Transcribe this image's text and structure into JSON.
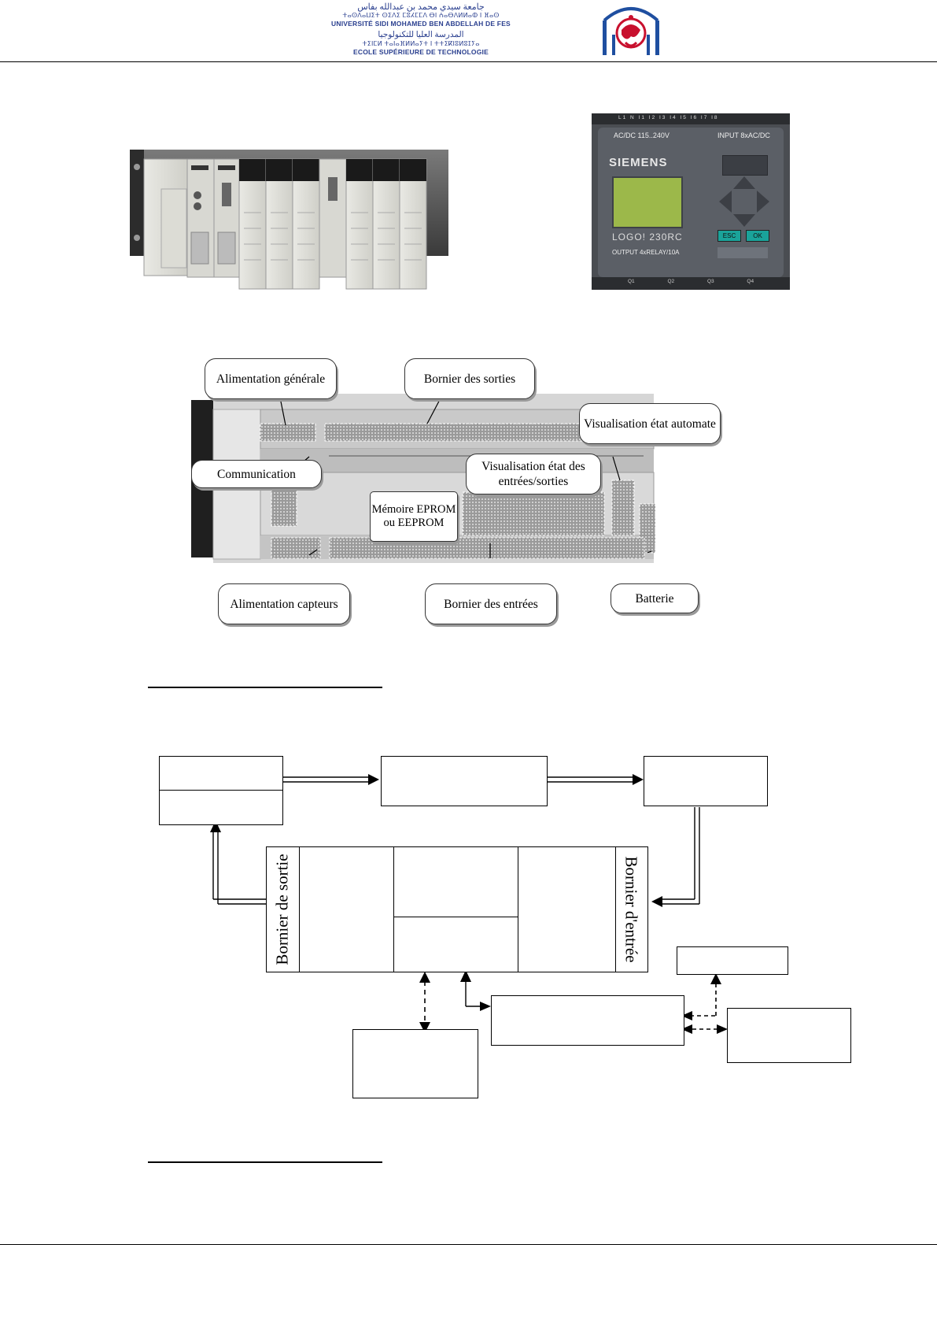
{
  "header": {
    "arabic_line_1": "جامعة سيدي محمد بن عبدالله بفاس",
    "tifinagh_line_1": "ⵜⴰⵙⴷⴰⵡⵉⵜ ⵙⵉⴷⵉ ⵎⵓⵃⵎⵎⴷ ⴱⵏ ⵄⴰⴱⴷⵍⵍⴰⵀ ⵏ ⴼⴰⵙ",
    "university_name": "UNIVERSITÉ SIDI MOHAMED BEN ABDELLAH DE FES",
    "arabic_line_2": "المدرسة العليا للتكنولوجيا",
    "tifinagh_line_2": "ⵜⵉⵏⵎⵍ ⵜⴰⵏⴰⴼⵍⵍⴰⵢⵜ ⵏ ⵜⵜⵉⴽⵏⵓⵍⵓⵊⵢⴰ",
    "school_name": "ECOLE SUPÉRIEURE DE TECHNOLOGIE"
  },
  "photos": {
    "logo_module": {
      "top_label_left": "AC/DC 115..240V",
      "top_label_right": "INPUT 8xAC/DC",
      "brand": "SIEMENS",
      "model": "LOGO! 230RC",
      "esc_key": "ESC",
      "ok_key": "OK",
      "output_label": "OUTPUT 4xRELAY/10A",
      "terminal_top": "L1 N I1 I2 I3 I4 I5 I6 I7 I8",
      "terminal_bottom": "Q1 Q2 Q3 Q4"
    }
  },
  "plc_callouts": {
    "power_supply": "Alimentation générale",
    "outputs_terminal": "Bornier des sorties",
    "automaton_status": "Visualisation état automate",
    "communication": "Communication",
    "io_status": "Visualisation état des entrées/sorties",
    "memory": "Mémoire EPROM ou EEPROM",
    "sensor_power": "Alimentation capteurs",
    "inputs_terminal": "Bornier des entrées",
    "battery": "Batterie"
  },
  "block_diagram": {
    "output_terminal_label": "Bornier de sortie",
    "input_terminal_label": "Bornier d'entrée"
  },
  "colors": {
    "header_blue": "#2a3f8f",
    "crest_red": "#c8102e",
    "crest_blue": "#1f4fa0",
    "lcd_green": "#9cb84a",
    "key_teal": "#1aa39a"
  }
}
